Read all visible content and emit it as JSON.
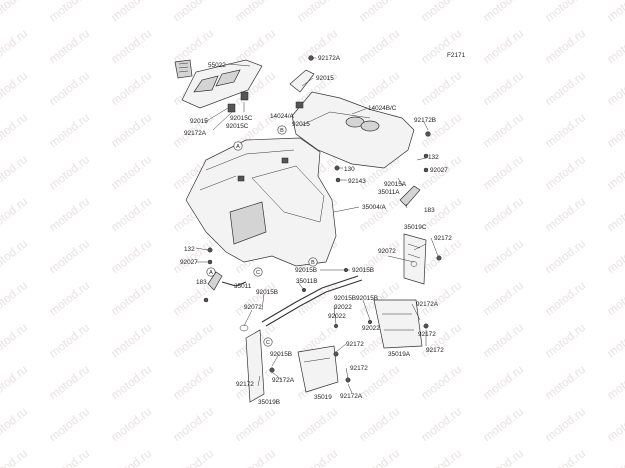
{
  "figure_ref": "F2171",
  "watermark": "motod.ru",
  "callout_markers": [
    "A",
    "B",
    "C"
  ],
  "parts": {
    "p55022": "55022",
    "p92015_a": "92015",
    "p92015c_a": "92015C",
    "p92172a_a": "92172A",
    "p92015c_b": "92015C",
    "p92172a_b": "92172A",
    "p92015_b": "92015",
    "p14024a": "14024/A",
    "p92015_c": "92015",
    "p14024bc": "14024B/C",
    "p92172b": "92172B",
    "p132_a": "132",
    "p92027_a": "92027",
    "p130": "130",
    "p92143": "92143",
    "p92015a": "92015A",
    "p35011a": "35011A",
    "p35004a": "35004/A",
    "p183_a": "183",
    "p35019c": "35019C",
    "p92172_a": "92172",
    "p132_b": "132",
    "p92027_b": "92027",
    "p92072_a": "92072",
    "p92015b_a": "92015B",
    "p92015b_b": "92015B",
    "p35011b": "35011B",
    "p183_b": "183",
    "p35011": "35011",
    "p92015b_c": "92015B",
    "p92015b_d": "92015B",
    "p92015b_e": "92015B",
    "p92072_b": "92072",
    "p92022_a": "92022",
    "p92022_b": "92022",
    "p92172a_c": "92172A",
    "p92172_b": "92172",
    "p35019a": "35019A",
    "p92172_c": "92172",
    "p92015b_f": "92015B",
    "p92172_d": "92172",
    "p92172_e": "92172",
    "p92172a_d": "92172A",
    "p35019": "35019",
    "p92172a_e": "92172A",
    "p35019b": "35019B"
  }
}
